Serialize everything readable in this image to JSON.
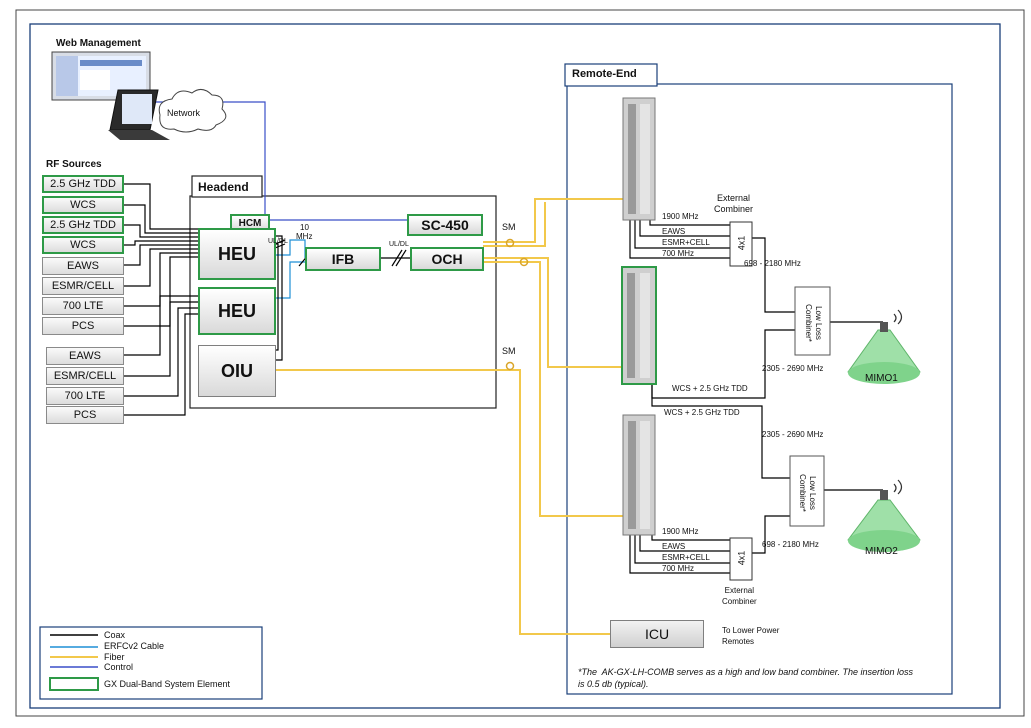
{
  "web_management": {
    "title": "Web Management",
    "network_label": "Network"
  },
  "rf_sources": {
    "title": "RF Sources",
    "group1": [
      {
        "label": "2.5 GHz TDD",
        "gx": true
      },
      {
        "label": "WCS",
        "gx": true
      },
      {
        "label": "2.5 GHz TDD",
        "gx": true
      },
      {
        "label": "WCS",
        "gx": true
      },
      {
        "label": "EAWS",
        "gx": false
      },
      {
        "label": "ESMR/CELL",
        "gx": false
      },
      {
        "label": "700 LTE",
        "gx": false
      },
      {
        "label": "PCS",
        "gx": false
      }
    ],
    "group2": [
      {
        "label": "EAWS",
        "gx": false
      },
      {
        "label": "ESMR/CELL",
        "gx": false
      },
      {
        "label": "700 LTE",
        "gx": false
      },
      {
        "label": "PCS",
        "gx": false
      }
    ]
  },
  "headend": {
    "title": "Headend",
    "hcm": "HCM",
    "heu1": "HEU",
    "heu2": "HEU",
    "oiu": "OIU",
    "ifb": "IFB",
    "och": "OCH",
    "sc450": "SC-450",
    "ul_dl_1": "UL/DL",
    "ul_dl_2": "UL/DL",
    "mhz_line1": "10",
    "mhz_line2": "MHz",
    "sm_1": "SM",
    "sm_2": "SM"
  },
  "remote_end": {
    "title": "Remote-End",
    "ext_combiner_top": "External\nCombiner",
    "ext_combiner_bottom": "External\nCombiner",
    "combiner_4x1_top": "4x1",
    "combiner_4x1_bottom": "4x1",
    "bands_top": [
      "1900 MHz",
      "EAWS",
      "ESMR+CELL",
      "700 MHz"
    ],
    "bands_bottom": [
      "1900 MHz",
      "EAWS",
      "ESMR+CELL",
      "700 MHz"
    ],
    "range_698_top": "698 - 2180 MHz",
    "range_698_bottom": "698 - 2180 MHz",
    "range_2305_top": "2305 - 2690 MHz",
    "range_2305_bottom": "2305 - 2690 MHz",
    "wcs_tdd_1": "WCS + 2.5 GHz TDD",
    "wcs_tdd_2": "WCS + 2.5 GHz TDD",
    "low_loss_combiner_top": "Low Loss\nCombiner*",
    "low_loss_combiner_bottom": "Low Loss\nCombiner*",
    "mimo1": "MIMO1",
    "mimo2": "MIMO2",
    "icu": "ICU",
    "icu_note": "To Lower Power\nRemotes",
    "footnote": "*The  AK-GX-LH-COMB serves as a high and low band combiner. The insertion loss\nis 0.5 db (typical)."
  },
  "legend": {
    "items": [
      {
        "label": "Coax",
        "color": "#000000"
      },
      {
        "label": "ERFCv2 Cable",
        "color": "#1f8fd6"
      },
      {
        "label": "Fiber",
        "color": "#f2c84b"
      },
      {
        "label": "Control",
        "color": "#3a4fc8"
      }
    ],
    "gx_element": "GX Dual-Band System Element"
  },
  "colors": {
    "gx_border": "#2e9a47",
    "coax": "#000000",
    "erfc": "#1f8fd6",
    "fiber": "#f2c84b",
    "control": "#3a4fc8"
  }
}
